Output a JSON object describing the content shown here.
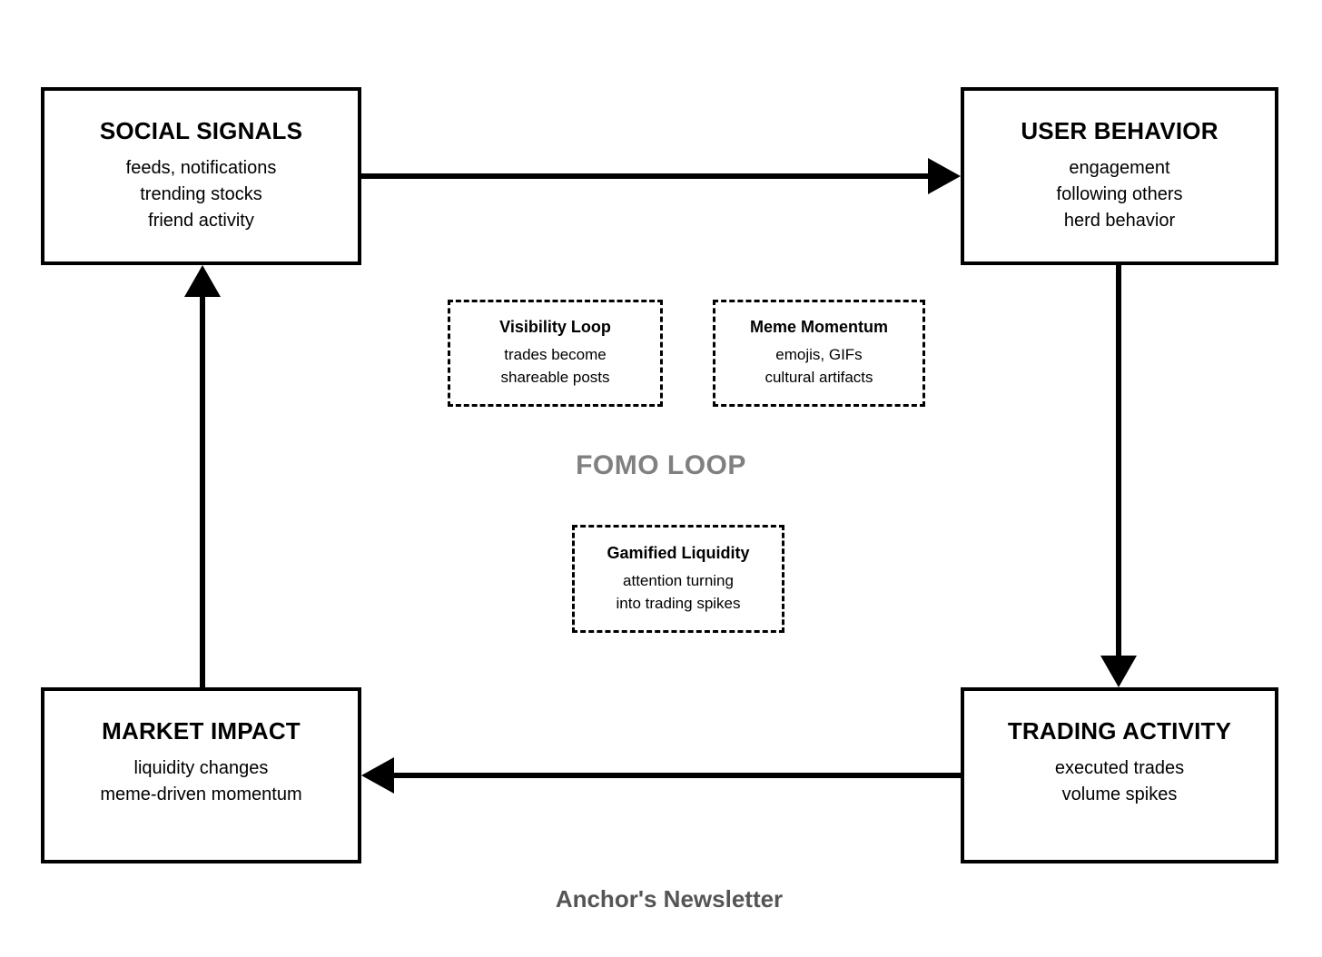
{
  "diagram": {
    "center_label": "FOMO LOOP",
    "footer": "Anchor's Newsletter",
    "colors": {
      "stroke": "#000000",
      "background": "#ffffff",
      "center_label": "#808080",
      "footer": "#555555"
    },
    "nodes": [
      {
        "id": "social-signals",
        "title": "SOCIAL SIGNALS",
        "lines": [
          "feeds, notifications",
          "trending stocks",
          "friend activity"
        ]
      },
      {
        "id": "user-behavior",
        "title": "USER BEHAVIOR",
        "lines": [
          "engagement",
          "following others",
          "herd behavior"
        ]
      },
      {
        "id": "market-impact",
        "title": "MARKET IMPACT",
        "lines": [
          "liquidity changes",
          "meme-driven momentum"
        ]
      },
      {
        "id": "trading-activity",
        "title": "TRADING ACTIVITY",
        "lines": [
          "executed trades",
          "volume spikes"
        ]
      }
    ],
    "annotations": [
      {
        "id": "visibility-loop",
        "title": "Visibility Loop",
        "lines": [
          "trades become",
          "shareable posts"
        ]
      },
      {
        "id": "meme-momentum",
        "title": "Meme Momentum",
        "lines": [
          "emojis, GIFs",
          "cultural artifacts"
        ]
      },
      {
        "id": "gamified-liquidity",
        "title": "Gamified Liquidity",
        "lines": [
          "attention turning",
          "into trading spikes"
        ]
      }
    ],
    "edges": [
      {
        "id": "social-to-user",
        "from": "social-signals",
        "to": "user-behavior",
        "direction": "right"
      },
      {
        "id": "user-to-trading",
        "from": "user-behavior",
        "to": "trading-activity",
        "direction": "down"
      },
      {
        "id": "trading-to-market",
        "from": "trading-activity",
        "to": "market-impact",
        "direction": "left"
      },
      {
        "id": "market-to-social",
        "from": "market-impact",
        "to": "social-signals",
        "direction": "up"
      }
    ]
  }
}
